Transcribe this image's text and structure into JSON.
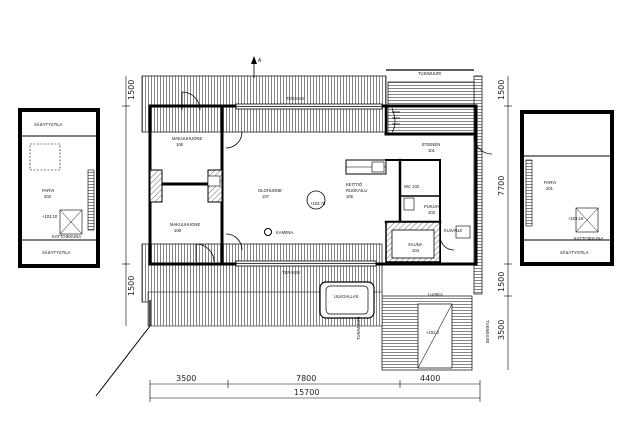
{
  "rooms": {
    "terassi_top": "TERASSI",
    "terassi_bottom": "TERASSI",
    "makuuhuone_1": "MAKUUHUONE",
    "makuuhuone_1_no": "106",
    "makuuhuone_2": "MAKUUHUONE",
    "makuuhuone_2_no": "108",
    "olohuone": "OLOHUONE",
    "olohuone_no": "107",
    "keittio": "KEITTIÖ",
    "keittio_sub": "RUOKAILU",
    "keittio_no": "105",
    "eteinen": "ETEINEN",
    "eteinen_no": "101",
    "wc": "WC 102",
    "pukuh": "PUKUH.",
    "pukuh_no": "103",
    "sauna": "SAUNA",
    "sauna_no": "104",
    "kuivaus": "KUIVAUS",
    "kamiina": "KAMIINA",
    "ulkoallas": "ULKOALLAS",
    "luiska": "LUISKA",
    "tukimuuri_left": "TUKIMUURI",
    "tukimuuri_right": "TUKIMUURI",
    "tukimuuri_top": "TUKIMUURI",
    "left_saily_top": "SÄILYTYSTILA",
    "left_parvi": "PARVI",
    "left_parvi_no": "202",
    "left_kattoikkuna": "KATTOIKKUNA",
    "left_saily_bottom": "SÄILYTYSTILA",
    "right_parvi": "PARVI",
    "right_parvi_no": "201",
    "right_kattoikkuna": "KATTOIKKUNA",
    "right_saily_bottom": "SÄILYTYSTILA",
    "level_main": "+103.70",
    "level_left": "+103.10",
    "level_right": "+103.10",
    "level_ramp": "+102.0",
    "section_mark": "A"
  },
  "dimensions": {
    "bottom_1": "3500",
    "bottom_2": "7800",
    "bottom_3": "4400",
    "bottom_total": "15700",
    "right_1": "1500",
    "right_2": "7700",
    "right_3": "1500",
    "right_4": "3500",
    "left_1": "1500",
    "left_2": "1500"
  }
}
